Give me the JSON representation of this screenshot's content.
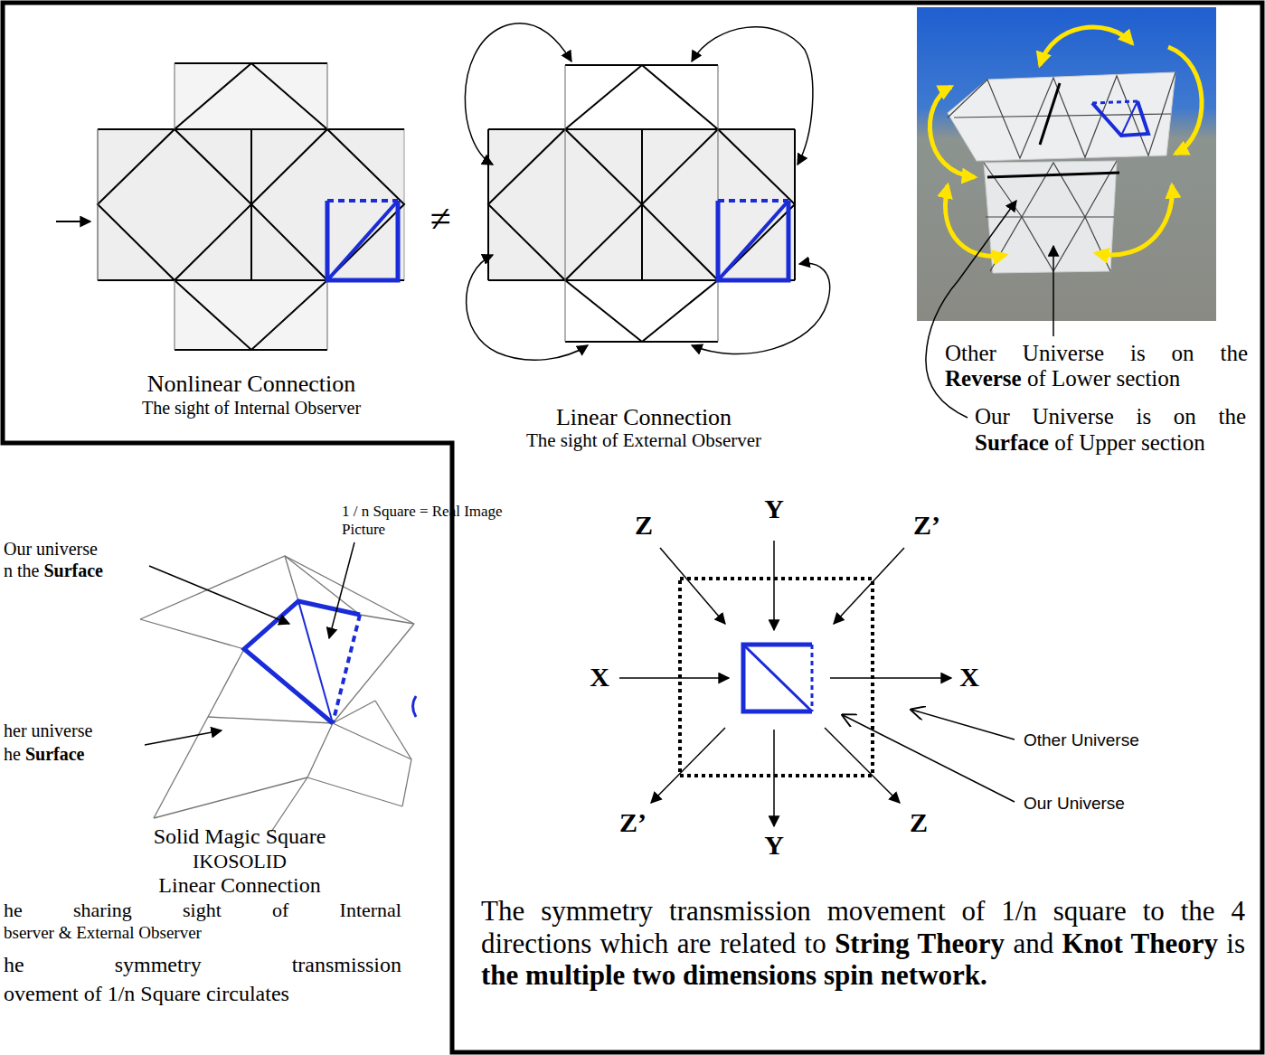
{
  "diagram": {
    "labels": [
      "Nonlinear Connection",
      "The sight of Internal Observer",
      "≠",
      "Linear Connection",
      "The sight of External Observer",
      "Other Universe is on the",
      "Reverse",
      "of Lower section",
      "Our Universe is on the",
      "Surface",
      "of Upper section",
      "1 / n Square = Real Image Picture",
      "Our universe",
      "n the",
      "Surface",
      "her universe",
      "he",
      "Surface",
      "Solid Magic Square",
      "IKOSOLID",
      "Linear Connection",
      "he sharing sight of Internal",
      "bserver & External Observer",
      "he symmetry transmission",
      "ovement of 1/n Square circulates",
      "Y",
      "Z",
      "Z’",
      "X",
      "X",
      "Z’",
      "Y",
      "Z",
      "Other Universe",
      "Our Universe",
      "The symmetry transmission movement of 1/n square to the 4 directions which are related to",
      "String Theory",
      "and",
      "Knot Theory",
      "is",
      "the multiple two dimensions spin network."
    ]
  }
}
